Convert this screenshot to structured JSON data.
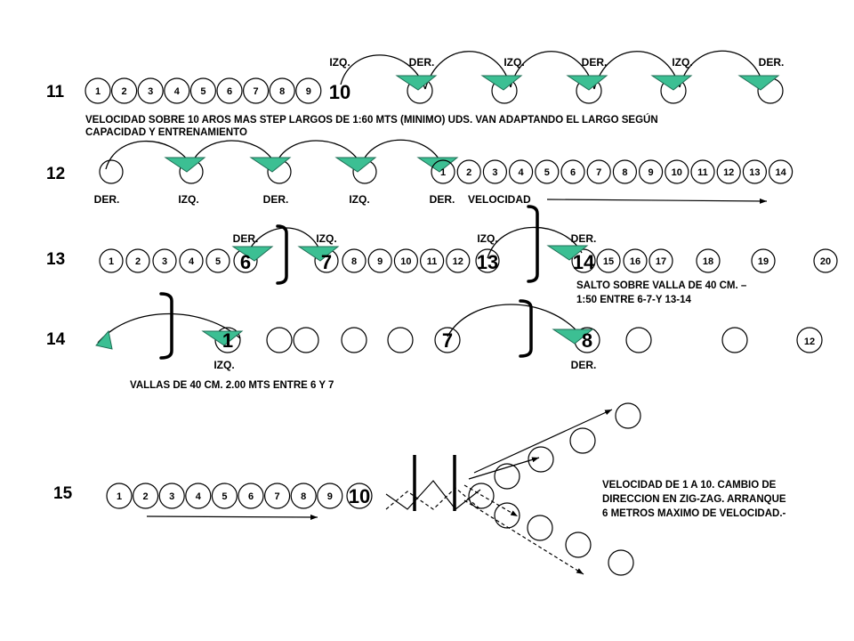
{
  "colors": {
    "ink": "#000000",
    "marker_fill": "#3cbf93",
    "marker_stroke": "#1f6e55",
    "background": "#ffffff"
  },
  "icons": {
    "step_marker": "green-triangle-marker",
    "hoop": "circle-ring",
    "hurdle": "bracket-hurdle"
  },
  "exercise_11": {
    "number": "11",
    "hoops": [
      "1",
      "2",
      "3",
      "4",
      "5",
      "6",
      "7",
      "8",
      "9"
    ],
    "big_label": "10",
    "step_labels": [
      "IZQ.",
      "DER.",
      "IZQ.",
      "DER.",
      "IZQ.",
      "DER."
    ],
    "note_line1": "VELOCIDAD SOBRE 10 AROS MAS STEP LARGOS DE 1:60 MTS (MINIMO) UDS. VAN ADAPTANDO EL LARGO SEGÚN",
    "note_line2": "CAPACIDAD Y ENTRENAMIENTO"
  },
  "exercise_12": {
    "number": "12",
    "hoops": [
      "1",
      "2",
      "3",
      "4",
      "5",
      "6",
      "7",
      "8",
      "9",
      "10",
      "11",
      "12",
      "13",
      "14"
    ],
    "step_labels": [
      "DER.",
      "IZQ.",
      "DER.",
      "IZQ.",
      "DER."
    ],
    "velocity_label": "VELOCIDAD"
  },
  "exercise_13": {
    "number": "13",
    "hoops_a": [
      "1",
      "2",
      "3",
      "4",
      "5"
    ],
    "big_6": "6",
    "big_7": "7",
    "hoops_b": [
      "8",
      "9",
      "10",
      "11",
      "12"
    ],
    "big_13": "13",
    "big_14": "14",
    "hoops_c": [
      "15",
      "16",
      "17",
      "18",
      "19",
      "20"
    ],
    "step_labels": [
      "DER.",
      "IZQ.",
      "IZQ.",
      "DER."
    ],
    "note_line1": "SALTO SOBRE VALLA DE 40 CM. –",
    "note_line2": "1:50 ENTRE 6-7-Y 13-14"
  },
  "exercise_14": {
    "number": "14",
    "big_1": "1",
    "big_7": "7",
    "big_8": "8",
    "last_hoop": "12",
    "step_labels": [
      "IZQ.",
      "DER."
    ],
    "note": "VALLAS DE 40 CM. 2.00 MTS ENTRE 6 Y 7"
  },
  "exercise_15": {
    "number": "15",
    "hoops": [
      "1",
      "2",
      "3",
      "4",
      "5",
      "6",
      "7",
      "8",
      "9"
    ],
    "big_label": "10",
    "note_line1": "VELOCIDAD DE 1 A 10. CAMBIO DE",
    "note_line2": "DIRECCION EN ZIG-ZAG. ARRANQUE",
    "note_line3": "6 METROS MAXIMO DE VELOCIDAD.-"
  }
}
